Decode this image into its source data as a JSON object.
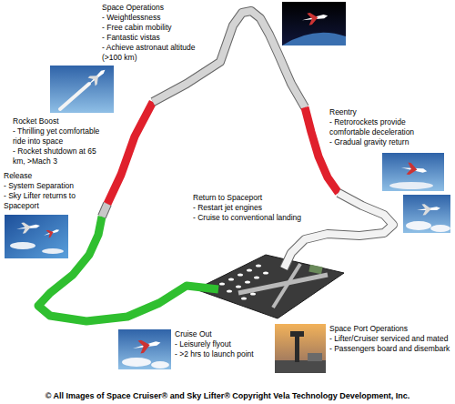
{
  "diagram": {
    "caption": "© All Images of Space Cruiser® and Sky Lifter® Copyright Vela Technology Development, Inc.",
    "labels": [
      "Space Operations",
      "- Weightlessness",
      "- Free cabin mobility",
      "- Fantastic vistas",
      "- Achieve astronaut altitude (>100 km)",
      "Rocket Boost",
      "- Thrilling yet comfortable ride into space",
      "- Rocket shutdown at 65 km, >Mach 3",
      "Release",
      "- System Separation",
      "- Sky Lifter returns to Spaceport",
      "Reentry",
      "- Retrorockets provide comfortable deceleration",
      "- Gradual gravity return",
      "Return to Spaceport",
      "- Restart jet engines",
      "- Cruise to conventional landing",
      "Cruise Out",
      "- Leisurely flyout",
      "- >2 hrs to launch point",
      "Space Port Operations",
      "- Lifter/Cruiser serviced and mated",
      "- Passengers board and disembark"
    ]
  }
}
